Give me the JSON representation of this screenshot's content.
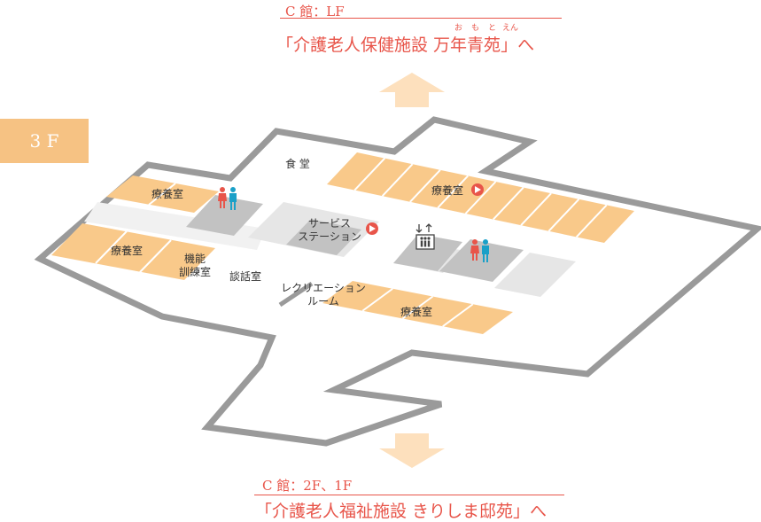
{
  "floor_badge": "3 F",
  "top_sign": {
    "sub": "C 館：LF",
    "main_prefix": "「介護老人保健施設 ",
    "main_name": "万年青苑",
    "main_suffix": "」へ",
    "ruby": [
      "お",
      "も",
      "と",
      "え",
      "ん"
    ]
  },
  "bottom_sign": {
    "sub": "C 館：2F、1F",
    "main": "「介護老人福祉施設 きりしま邸苑」へ"
  },
  "rooms": {
    "dining": "食 堂",
    "care_room_top_left": "療養室",
    "care_room_left": "療養室",
    "rehab_line1": "機能",
    "rehab_line2": "訓練室",
    "lounge": "談話室",
    "service_line1": "サービス",
    "service_line2": "ステーション",
    "care_room_right": "療養室",
    "recreation_line1": "レクリエーション",
    "recreation_line2": "ルーム",
    "care_room_bottom": "療養室"
  },
  "colors": {
    "accent": "#e8554a",
    "room": "#f9c98a",
    "service": "#c2c2c2",
    "corridor": "#e6e6e6",
    "outline": "#9a9a9a",
    "arrow": "#fde0bd",
    "female": "#e8554a",
    "male": "#1aa0c8"
  },
  "icons": {
    "restroom": "restroom-icon",
    "elevator": "elevator-icon",
    "marker": "play-marker-icon"
  }
}
